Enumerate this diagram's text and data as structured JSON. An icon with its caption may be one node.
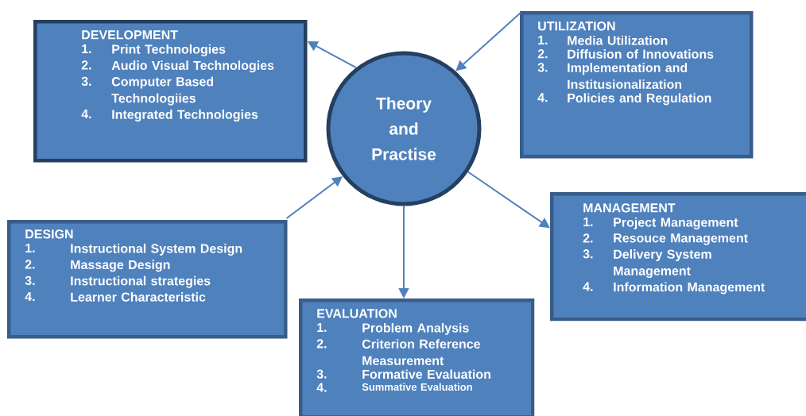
{
  "diagram": {
    "nodes": [
      {
        "text": [
          "Theory and Practise"
        ]
      },
      {
        "text": [
          "DEVELOPMENT",
          "1.",
          "Print Technologies",
          "2.",
          "Audio Visual Technologies",
          "3.",
          "Computer Based Technologiies",
          "4.",
          "Integrated Technologies"
        ]
      },
      {
        "text": [
          "UTILIZATION",
          "1.",
          "Media Utilization",
          "2.",
          "Diffusion of Innovations",
          "3.",
          "Implementation and Institusionalization",
          "4.",
          "Policies and Regulation"
        ]
      },
      {
        "text": [
          "DESIGN",
          "1.",
          "Instructional System Design",
          "2.",
          "Massage Design",
          "3.",
          "Instructional strategies",
          "4.",
          "Learner Characteristic"
        ]
      },
      {
        "text": [
          "MANAGEMENT",
          "1.",
          "Project Management",
          "2.",
          "Resouce Management",
          "3.",
          "Delivery System Management",
          "4.",
          "Information Management"
        ]
      },
      {
        "text": [
          "EVALUATION",
          "1.",
          "Problem Analysis",
          "2.",
          "Criterion Reference Measurement",
          "3.",
          "Formative Evaluation",
          "4.",
          "Summative Evaluation"
        ]
      }
    ],
    "edges": [
      {
        "from": 0,
        "to": 1,
        "arrow": "to"
      },
      {
        "from": 2,
        "to": 0,
        "arrow": "to"
      },
      {
        "from": 3,
        "to": 0,
        "arrow": "to"
      },
      {
        "from": 0,
        "to": 5,
        "arrow": "to"
      },
      {
        "from": 0,
        "to": 4,
        "arrow": "to"
      }
    ]
  }
}
